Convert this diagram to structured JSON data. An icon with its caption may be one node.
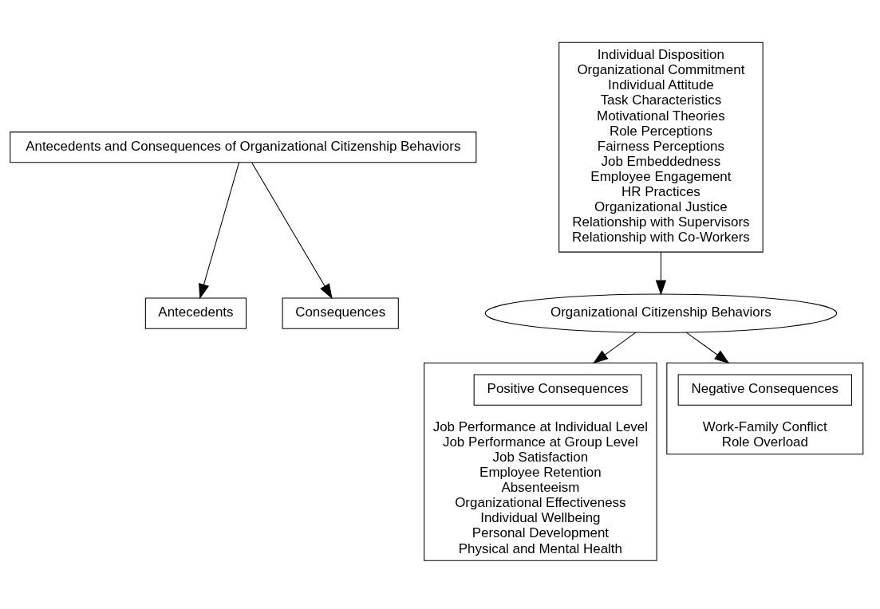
{
  "diagram": {
    "nodes": [
      {
        "text": [
          "Antecedents and Consequences of Organizational Citizenship Behaviors"
        ]
      },
      {
        "text": [
          "Antecedents"
        ]
      },
      {
        "text": [
          "Individual Disposition",
          "Organizational Commitment",
          "Individual Attitude",
          "Task Characteristics",
          "Motivational Theories",
          "Role Perceptions",
          "Fairness Perceptions",
          "Job Embeddedness",
          "Employee Engagement",
          "HR Practices",
          "Organizational Justice",
          "Relationship with Supervisors",
          "Relationship with Co-Workers"
        ]
      },
      {
        "text": [
          "Consequences"
        ]
      },
      {
        "text": [
          "Job Performance at Individual Level",
          "Job Performance at Group Level",
          "Job Satisfaction",
          "Employee Retention",
          "Absenteeism",
          "Organizational Effectiveness",
          "Individual Wellbeing",
          "Personal Development",
          "Physical and Mental Health"
        ]
      },
      {
        "text": [
          "Positive Consequences"
        ],
        "in": 4
      },
      {
        "text": [
          "Organizational Citizenship Behaviors"
        ]
      },
      {
        "text": [
          "Work-Family Conflict",
          "Role Overload"
        ]
      },
      {
        "text": [
          "Negative Consequences"
        ],
        "in": 7
      }
    ],
    "edges": [
      {
        "from": 0,
        "to": 1,
        "arrow": "to"
      },
      {
        "from": 0,
        "to": 3,
        "arrow": "to"
      },
      {
        "from": 2,
        "to": 6,
        "arrow": "to"
      },
      {
        "from": 6,
        "to": 4,
        "arrow": "to"
      },
      {
        "from": 6,
        "to": 7,
        "arrow": "to"
      }
    ]
  }
}
